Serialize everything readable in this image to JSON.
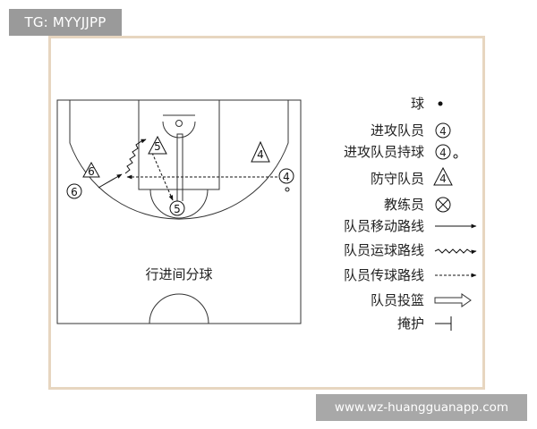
{
  "tag": "TG: MYYJJPP",
  "court": {
    "caption": "行进间分球"
  },
  "players": {
    "p6_defender": "6",
    "p6_attacker": "6",
    "p5_defender": "5",
    "p5_attacker": "5",
    "p4_defender": "4",
    "p4_attacker": "4"
  },
  "legend": {
    "ball": "球",
    "attacker": "进攻队员",
    "attacker_with_ball": "进攻队员持球",
    "defender": "防守队员",
    "coach": "教练员",
    "move_path": "队员移动路线",
    "dribble_path": "队员运球路线",
    "pass_path": "队员传球路线",
    "shot": "队员投篮",
    "screen": "掩护",
    "attacker_symbol": "4",
    "attacker_ball_symbol": "4",
    "defender_symbol": "4"
  },
  "footer_url": "www.wz-huangguanapp.com"
}
